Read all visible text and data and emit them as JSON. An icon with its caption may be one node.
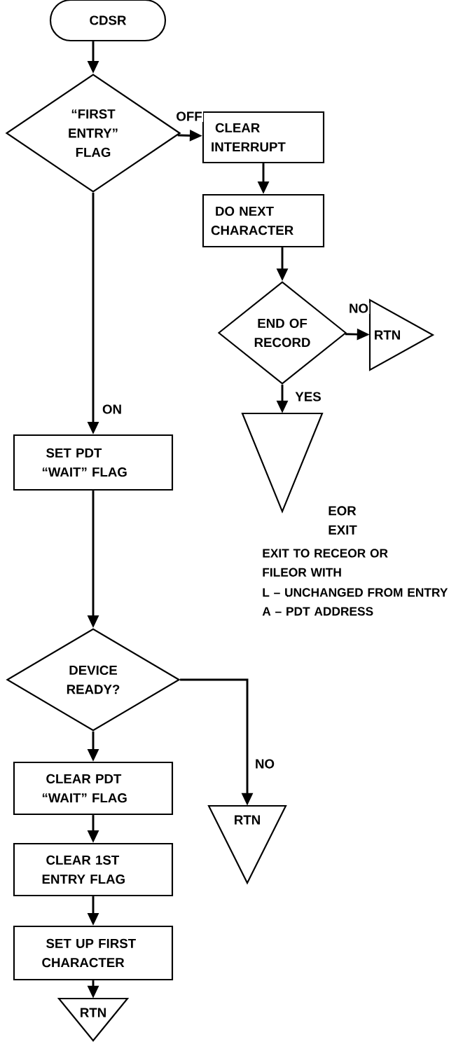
{
  "diagram": {
    "nodes": [
      {
        "text": [
          "CDSR"
        ]
      },
      {
        "text": [
          "“FIRST ENTRY” FLAG"
        ]
      },
      {
        "text": [
          "CLEAR INTERRUPT"
        ]
      },
      {
        "text": [
          "DO NEXT CHARACTER"
        ]
      },
      {
        "text": [
          "END OF RECORD"
        ]
      },
      {
        "text": [
          "RTN"
        ]
      },
      {
        "text": [],
        "shape": "triangle",
        "beside": [
          "EOR EXIT"
        ]
      },
      {
        "text": [
          "SET PDT “WAIT” FLAG"
        ]
      },
      {
        "text": [
          "DEVICE READY?"
        ]
      },
      {
        "text": [
          "RTN"
        ]
      },
      {
        "text": [
          "CLEAR PDT “WAIT” FLAG"
        ]
      },
      {
        "text": [
          "CLEAR 1ST ENTRY FLAG"
        ]
      },
      {
        "text": [
          "SET UP FIRST CHARACTER"
        ]
      },
      {
        "text": [
          "RTN"
        ]
      }
    ],
    "edges": [
      {
        "from": 0,
        "to": 1,
        "arrow": "to"
      },
      {
        "from": 1,
        "to": 2,
        "arrow": "to",
        "label": "OFF"
      },
      {
        "from": 2,
        "to": 3,
        "arrow": "to"
      },
      {
        "from": 3,
        "to": 4,
        "arrow": "to"
      },
      {
        "from": 4,
        "to": 5,
        "arrow": "to",
        "label": "NO"
      },
      {
        "from": 4,
        "to": 6,
        "arrow": "to",
        "label": "YES"
      },
      {
        "from": 1,
        "to": 7,
        "arrow": "to",
        "label": "ON"
      },
      {
        "from": 7,
        "to": 8,
        "arrow": "to"
      },
      {
        "from": 8,
        "to": 9,
        "arrow": "to",
        "label": "NO"
      },
      {
        "from": 8,
        "to": 10,
        "arrow": "to"
      },
      {
        "from": 10,
        "to": 11,
        "arrow": "to"
      },
      {
        "from": 11,
        "to": 12,
        "arrow": "to"
      },
      {
        "from": 12,
        "to": 13,
        "arrow": "to"
      }
    ],
    "labels": [
      "EXIT TO RECEOR OR FILEOR WITH",
      "L – UNCHANGED FROM ENTRY",
      "A – PDT ADDRESS"
    ]
  }
}
